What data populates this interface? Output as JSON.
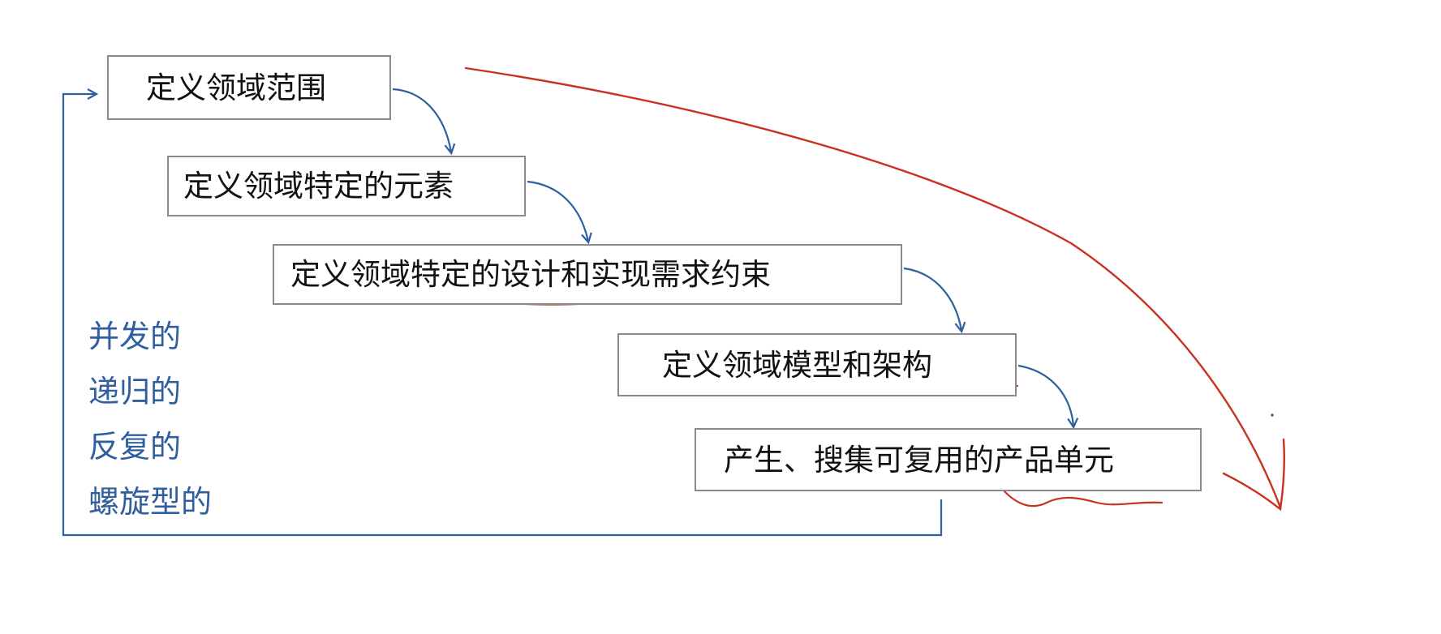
{
  "steps": [
    {
      "label": "定义领域范围"
    },
    {
      "label": "定义领域特定的元素"
    },
    {
      "label": "定义领域特定的设计和实现需求约束"
    },
    {
      "label": "定义领域模型和架构"
    },
    {
      "label": "产生、搜集可复用的产品单元"
    }
  ],
  "properties": [
    "并发的",
    "递归的",
    "反复的",
    "螺旋型的"
  ],
  "colors": {
    "box_border": "#8a8a8a",
    "arrow_blue": "#2f5f9e",
    "annotation_red": "#c8321e",
    "text": "#111111"
  }
}
